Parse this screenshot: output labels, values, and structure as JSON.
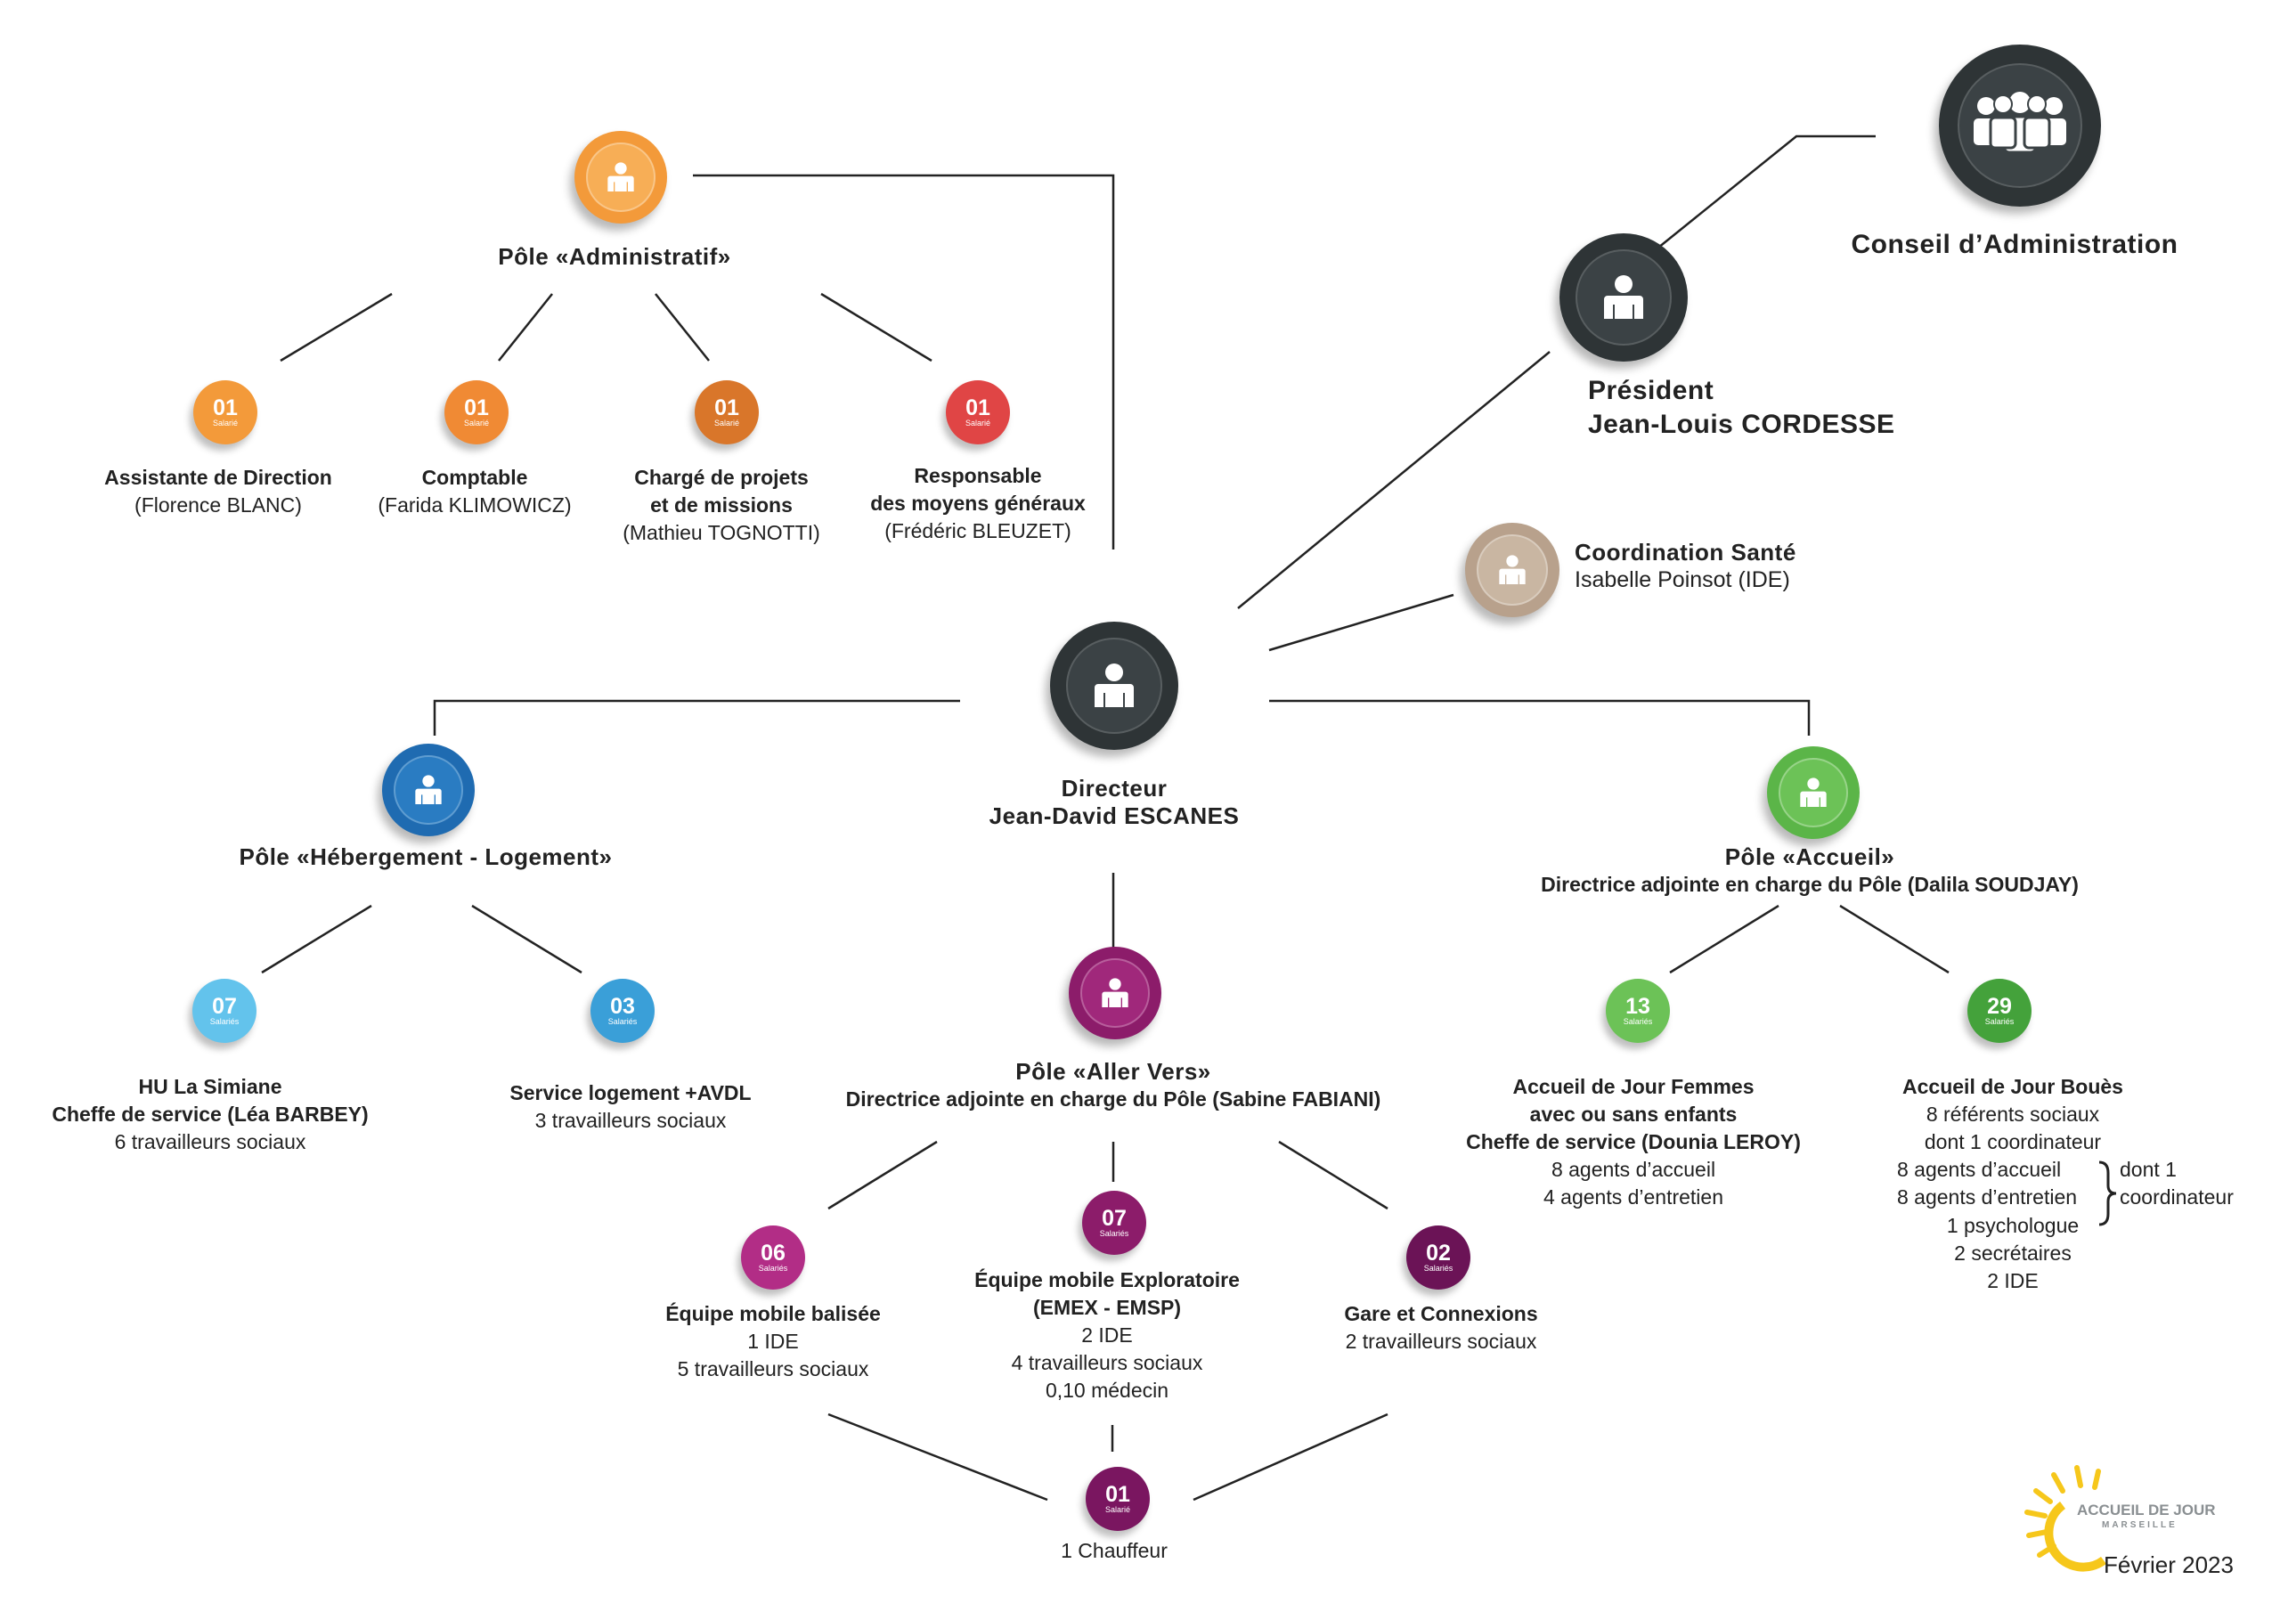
{
  "conseil": {
    "title": "Conseil d’Administration"
  },
  "president": {
    "role": "Président",
    "name": "Jean-Louis CORDESSE"
  },
  "coordination": {
    "title": "Coordination Santé",
    "name": "Isabelle Poinsot (IDE)"
  },
  "directeur": {
    "role": "Directeur",
    "name": "Jean-David ESCANES"
  },
  "administratif": {
    "title": "Pôle «Administratif»",
    "members": [
      {
        "count": "01",
        "unit": "Salarié",
        "lines": [
          "Assistante de Direction",
          "(Florence BLANC)"
        ]
      },
      {
        "count": "01",
        "unit": "Salarié",
        "lines": [
          "Comptable",
          "(Farida KLIMOWICZ)"
        ]
      },
      {
        "count": "01",
        "unit": "Salarié",
        "lines": [
          "Chargé de projets",
          "et de missions",
          "(Mathieu TOGNOTTI)"
        ]
      },
      {
        "count": "01",
        "unit": "Salarié",
        "lines": [
          "Responsable",
          "des moyens généraux",
          "(Frédéric BLEUZET)"
        ]
      }
    ]
  },
  "hebergement": {
    "title": "Pôle «Hébergement - Logement»",
    "members": [
      {
        "count": "07",
        "unit": "Salariés",
        "lines": [
          "HU La Simiane",
          "Cheffe de service (Léa BARBEY)",
          "6 travailleurs sociaux"
        ]
      },
      {
        "count": "03",
        "unit": "Salariés",
        "lines": [
          "Service logement +AVDL",
          "3 travailleurs sociaux"
        ]
      }
    ]
  },
  "allervers": {
    "title": "Pôle «Aller Vers»",
    "subtitle": "Directrice adjointe en charge du Pôle (Sabine FABIANI)",
    "members": [
      {
        "count": "06",
        "unit": "Salariés",
        "lines": [
          "Équipe mobile balisée",
          "1 IDE",
          "5 travailleurs sociaux"
        ]
      },
      {
        "count": "07",
        "unit": "Salariés",
        "lines": [
          "Équipe mobile Exploratoire",
          "(EMEX - EMSP)",
          "2 IDE",
          "4 travailleurs sociaux",
          "0,10 médecin"
        ]
      },
      {
        "count": "02",
        "unit": "Salariés",
        "lines": [
          "Gare et Connexions",
          "2 travailleurs sociaux"
        ]
      }
    ],
    "driver": {
      "count": "01",
      "unit": "Salarié",
      "label": "1 Chauffeur"
    }
  },
  "accueil": {
    "title": "Pôle «Accueil»",
    "subtitle": "Directrice adjointe en charge du Pôle (Dalila SOUDJAY)",
    "members": [
      {
        "count": "13",
        "unit": "Salariés",
        "lines": [
          "Accueil de Jour Femmes",
          "avec ou sans enfants",
          "Cheffe de service (Dounia LEROY)",
          "8 agents d’accueil",
          "4 agents d’entretien"
        ]
      },
      {
        "count": "29",
        "unit": "Salariés",
        "lines": [
          "Accueil de Jour Bouès",
          "8 référents sociaux",
          "dont 1 coordinateur",
          "8 agents d’accueil",
          "8 agents d’entretien",
          "1 psychologue",
          "2 secrétaires",
          "2 IDE"
        ],
        "brace_note": [
          "dont 1",
          "coordinateur"
        ]
      }
    ]
  },
  "footer": {
    "logo_line1": "ACCUEIL DE JOUR",
    "logo_line2": "MARSEILLE",
    "date": "Février 2023"
  },
  "colors": {
    "dark": "#2e3436",
    "admin_orange": "#f39a3a",
    "admin_dark_orange": "#d9762a",
    "admin_red": "#e04545",
    "coord_beige": "#b8a18c",
    "heb_blue": "#1f6bb1",
    "heb_light": "#63c3ec",
    "heb_mid": "#3a9fd8",
    "aller_purple": "#8c1c6a",
    "aller_pink": "#b22d86",
    "aller_dark": "#6b1356",
    "accueil_green": "#5bb548",
    "accueil_light": "#6cc257",
    "accueil_dark": "#44a23b",
    "logo_yellow": "#f6c71b"
  }
}
